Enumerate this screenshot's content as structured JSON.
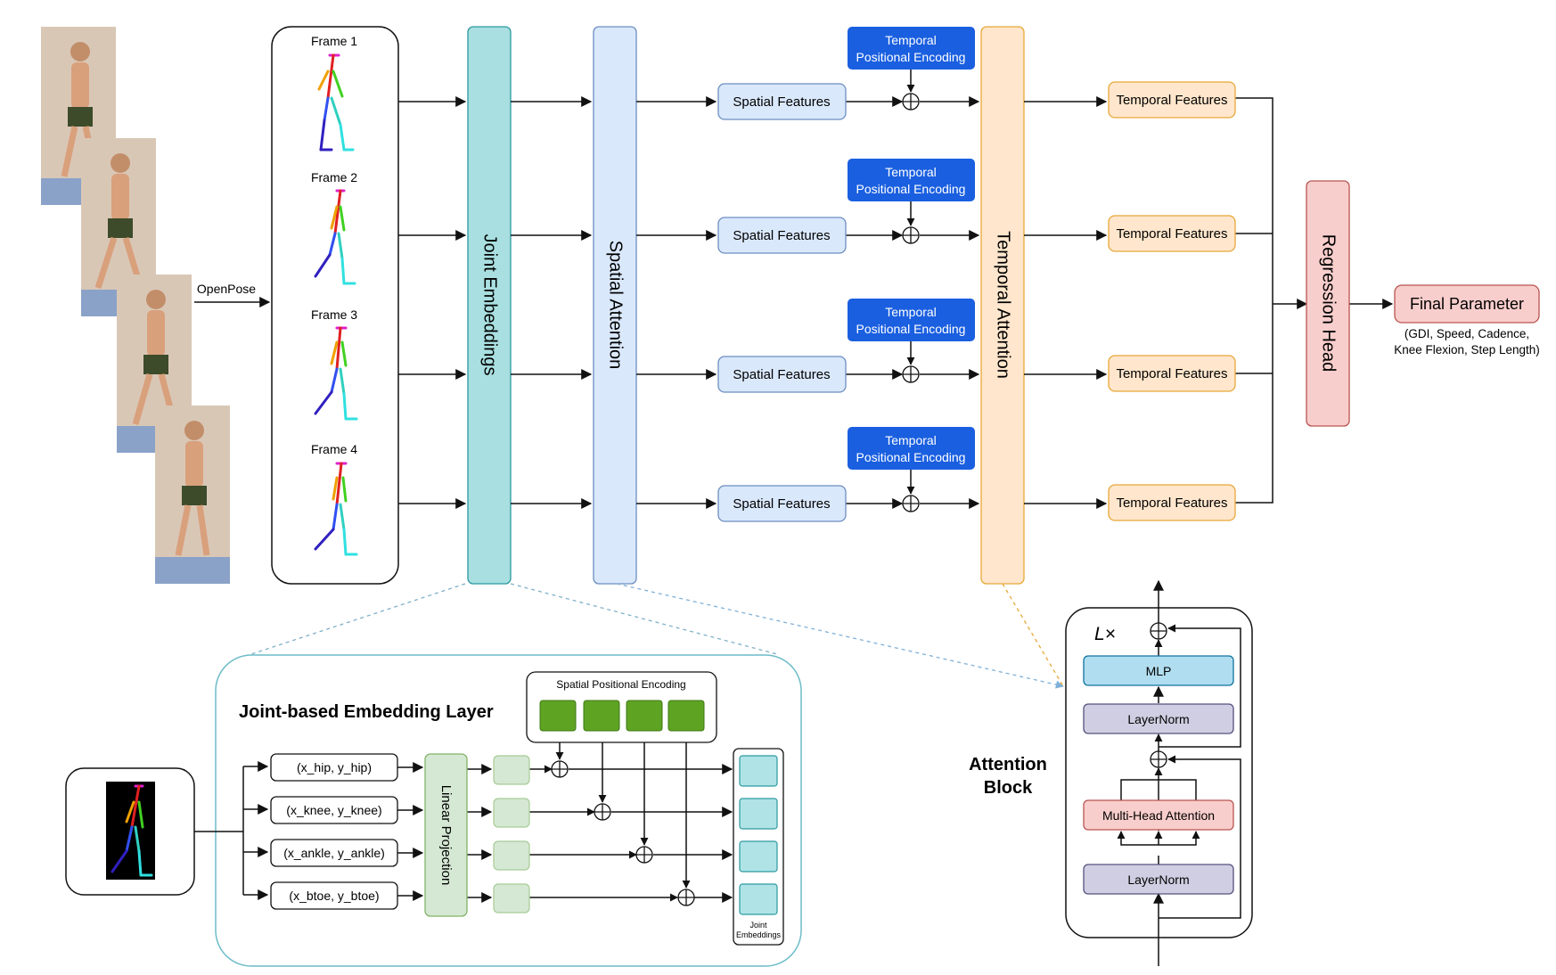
{
  "pipeline": {
    "openpose_label": "OpenPose",
    "frames": [
      "Frame 1",
      "Frame 2",
      "Frame 3",
      "Frame 4"
    ],
    "joint_embeddings_label": "Joint Embeddings",
    "spatial_attention_label": "Spatial Attention",
    "spatial_features_label": "Spatial Features",
    "temporal_pe_line1": "Temporal",
    "temporal_pe_line2": "Positional Encoding",
    "temporal_attention_label": "Temporal Attention",
    "temporal_features_label": "Temporal Features",
    "regression_head_label": "Regression Head",
    "final_parameter_label": "Final Parameter",
    "final_parameter_sub1": "(GDI, Speed, Cadence,",
    "final_parameter_sub2": "Knee Flexion, Step Length)"
  },
  "embedding_layer": {
    "title": "Joint-based Embedding Layer",
    "spatial_pe_label": "Spatial Positional Encoding",
    "joints": [
      "(x_hip, y_hip)",
      "(x_knee, y_knee)",
      "(x_ankle, y_ankle)",
      "(x_btoe, y_btoe)"
    ],
    "linear_projection_label": "Linear Projection",
    "output_label_line1": "Joint",
    "output_label_line2": "Embeddings"
  },
  "attention_block": {
    "title_line1": "Attention",
    "title_line2": "Block",
    "repeat_label": "L×",
    "mlp_label": "MLP",
    "layernorm_label": "LayerNorm",
    "mha_label": "Multi-Head Attention"
  },
  "colors": {
    "joint_embeddings": "#a9dfe0",
    "spatial_attention": "#dae8fc",
    "spatial_features": "#dae8fc",
    "temporal_pe": "#1a5fe0",
    "temporal_attention": "#ffe6cc",
    "temporal_features": "#ffe6cc",
    "regression_head": "#f8cecc",
    "final_parameter": "#f8cecc",
    "linear_projection": "#d5e8d4",
    "spatial_pe_cells": "#5fa323",
    "output_cells": "#b0e3e6",
    "mlp": "#b1ddf0",
    "layernorm": "#d0cee2",
    "mha": "#f8cecc"
  }
}
